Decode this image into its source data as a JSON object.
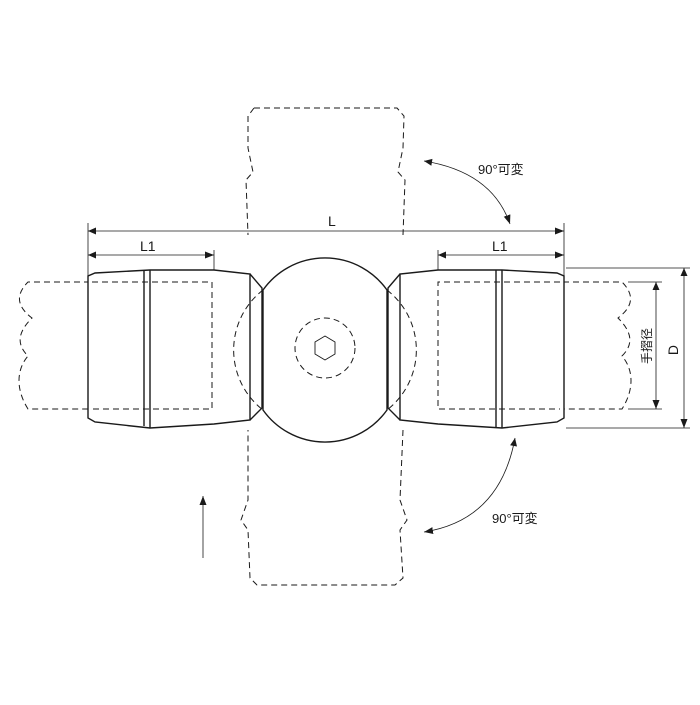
{
  "drawing": {
    "dimension_L": "L",
    "dimension_L1_left": "L1",
    "dimension_L1_right": "L1",
    "dimension_D": "D",
    "handrail_diameter": "手摺径",
    "rotation_top": "90°可変",
    "rotation_bottom": "90°可変"
  },
  "colors": {
    "line": "#1a1a1a",
    "background": "#ffffff"
  },
  "icons": {
    "direction": "up-arrow-icon",
    "socket": "hex-socket-icon"
  }
}
